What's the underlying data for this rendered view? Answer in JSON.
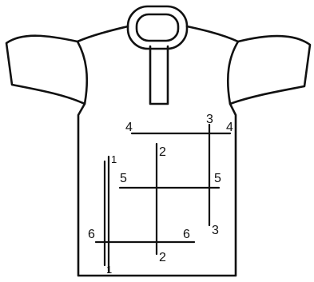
{
  "labels": {
    "line1_top": "1",
    "line1_bottom": "1",
    "line2_top": "2",
    "line2_bottom": "2",
    "line3_top": "3",
    "line3_bottom": "3",
    "line4_left": "4",
    "line4_right": "4",
    "line5_left": "5",
    "line5_right": "5",
    "line6_left": "6",
    "line6_right": "6"
  }
}
